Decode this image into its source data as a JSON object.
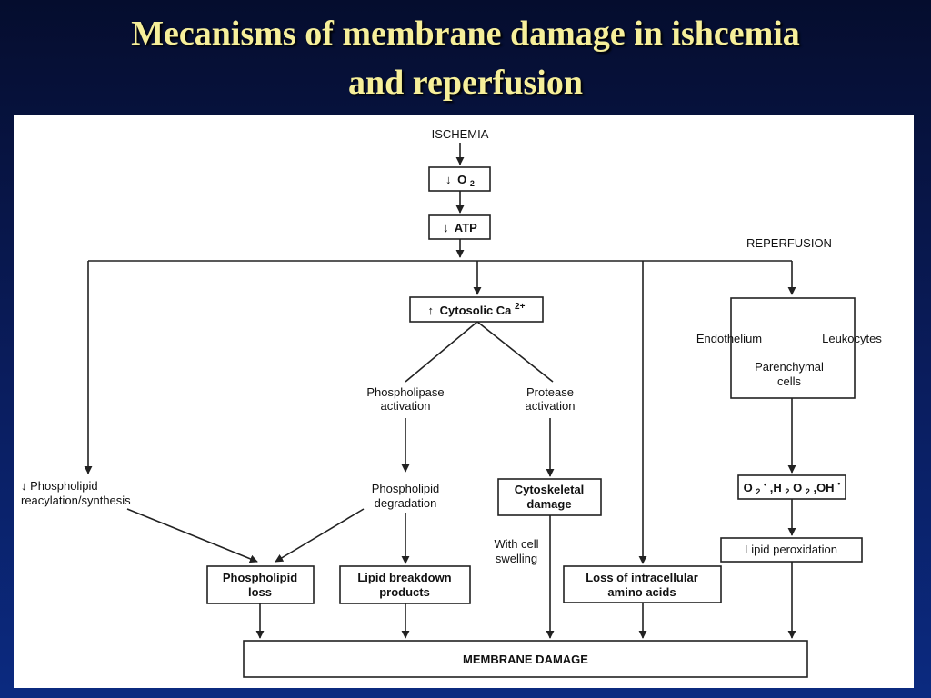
{
  "title": {
    "line1": "Mecanisms of membrane damage in ishcemia",
    "line2": "and reperfusion"
  },
  "diagram": {
    "ischemia": "ISCHEMIA",
    "o2_arrow": "↓",
    "o2": "O",
    "o2_sub": "2",
    "atp_arrow": "↓",
    "atp": "ATP",
    "reperfusion": "REPERFUSION",
    "ca_arrow": "↑",
    "cytosolic": "Cytosolic Ca",
    "ca_sup": "2+",
    "endothelium": "Endothelium",
    "leukocytes": "Leukocytes",
    "parenchymal_1": "Parenchymal",
    "parenchymal_2": "cells",
    "phospholipase_1": "Phospholipase",
    "phospholipase_2": "activation",
    "protease_1": "Protease",
    "protease_2": "activation",
    "reacyl_1": "↓ Phospholipid",
    "reacyl_2": "reacylation/synthesis",
    "degr_1": "Phospholipid",
    "degr_2": "degradation",
    "cyto_1": "Cytoskeletal",
    "cyto_2": "damage",
    "swell_1": "With cell",
    "swell_2": "swelling",
    "ros_o2": "O",
    "ros_o2_sub": "2",
    "ros_o2_sup": "•",
    "ros_sep1": ",H",
    "ros_h2_sub": "2",
    "ros_o": "O",
    "ros_o2b_sub": "2",
    "ros_oh": ",OH",
    "ros_oh_sup": "•",
    "lipid_perox": "Lipid peroxidation",
    "ploss_1": "Phospholipid",
    "ploss_2": "loss",
    "lbreak_1": "Lipid breakdown",
    "lbreak_2": "products",
    "amino_1": "Loss of intracellular",
    "amino_2": "amino acids",
    "membrane": "MEMBRANE DAMAGE"
  }
}
